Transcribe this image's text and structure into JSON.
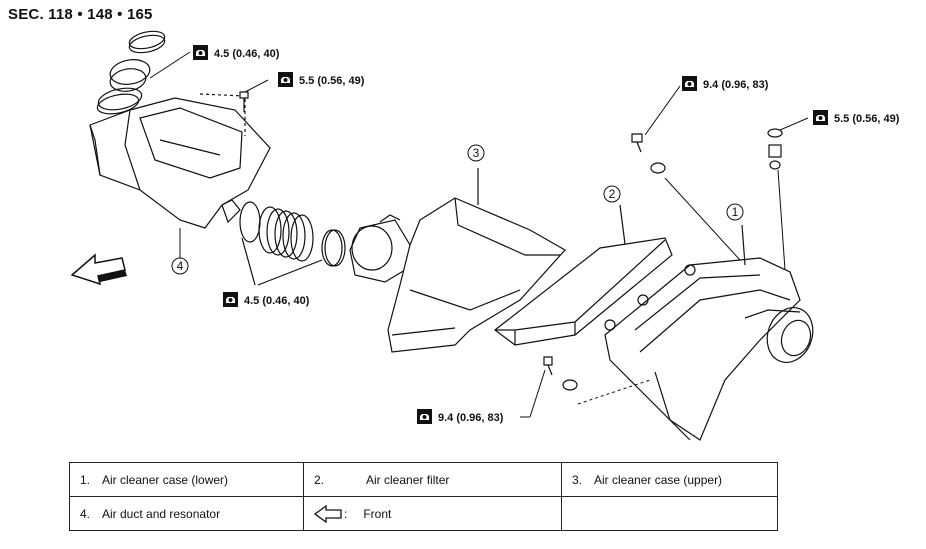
{
  "header": {
    "section": "SEC. 118 • 148 • 165"
  },
  "torque_specs": [
    "4.5 (0.46, 40)",
    "5.5 (0.56, 49)",
    "9.4 (0.96, 83)",
    "5.5 (0.56, 49)",
    "4.5 (0.46, 40)",
    "9.4 (0.96, 83)"
  ],
  "callouts": [
    "1",
    "2",
    "3",
    "4"
  ],
  "legend": {
    "row1": [
      {
        "num": "1.",
        "label": "Air cleaner case (lower)"
      },
      {
        "num": "2.",
        "label": "Air cleaner filter"
      },
      {
        "num": "3.",
        "label": "Air cleaner case (upper)"
      }
    ],
    "row2": [
      {
        "num": "4.",
        "label": "Air duct and resonator"
      },
      {
        "symbol": "front-arrow-icon",
        "colon": ":",
        "label": "Front"
      }
    ]
  }
}
